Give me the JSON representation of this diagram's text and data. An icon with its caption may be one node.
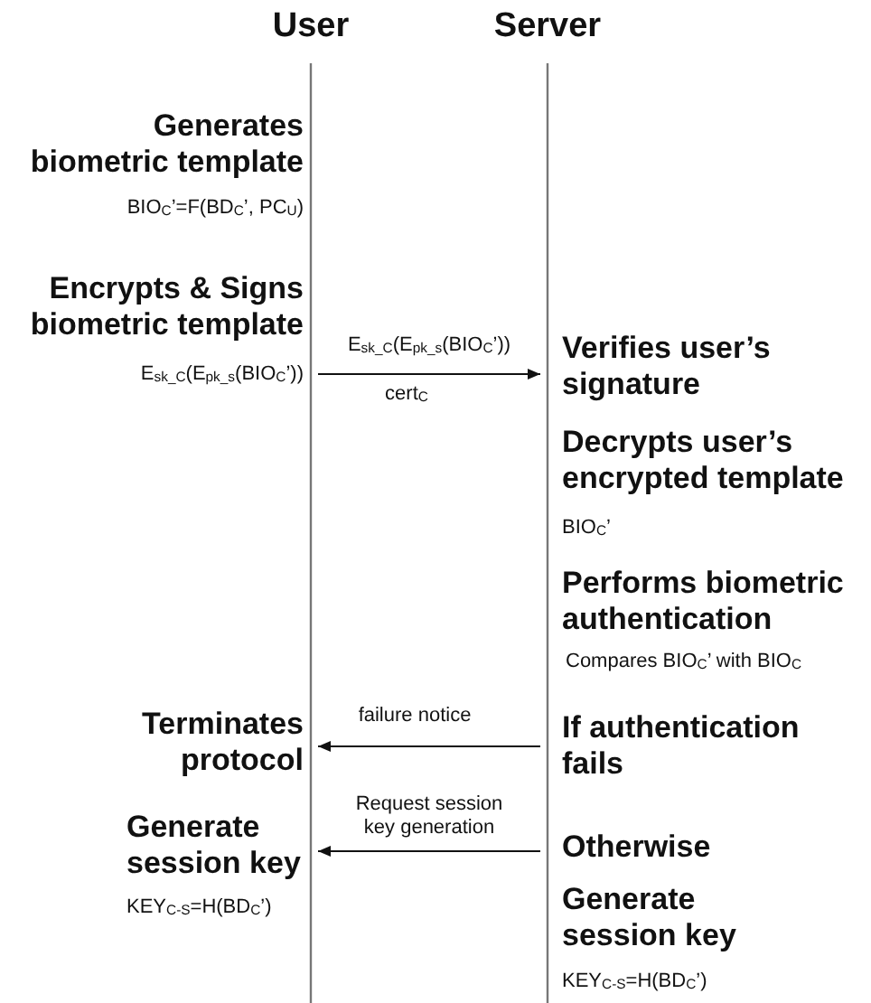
{
  "diagram": {
    "nodes": [
      {
        "text": [
          "Generates biometric template",
          "BIO$_{C}$’=F(BD$_{C}$’, PC$_{U}$)"
        ]
      },
      {
        "text": [
          "Encrypts & Signs biometric template",
          "E$_{sk_C}$(E$_{pk_s}$(BIO$_{C}$’))"
        ]
      },
      {
        "text": [
          "Verifies user’s signature"
        ]
      },
      {
        "text": [
          "Decrypts user’s encrypted template",
          "BIO$_{C}$’"
        ]
      },
      {
        "text": [
          "Performs biometric authentication",
          "Compares BIO$_{C}$’ with BIO$_{C}$"
        ]
      },
      {
        "text": [
          "Terminates protocol"
        ]
      },
      {
        "text": [
          "If authentication fails"
        ]
      },
      {
        "text": [
          "Otherwise"
        ]
      },
      {
        "text": [
          "Generate session key",
          "KEY$_{C-S}$=H(BD$_{C}$’)"
        ]
      },
      {
        "text": [
          "Generate session key",
          "KEY$_{C-S}$=H(BD$_{C}$’)"
        ]
      }
    ],
    "edges": [
      {
        "from": 1,
        "to": 2,
        "arrow": "to",
        "label": "E$_{sk_C}$(E$_{pk_s}$(BIO$_{C}$’))"
      },
      {
        "from": 6,
        "to": 5,
        "arrow": "to",
        "label": "failure notice"
      },
      {
        "from": 7,
        "to": 8,
        "arrow": "to",
        "label": "Request session key generation"
      }
    ],
    "labels": [
      "User",
      "Server",
      "cert$_{C}$"
    ]
  }
}
